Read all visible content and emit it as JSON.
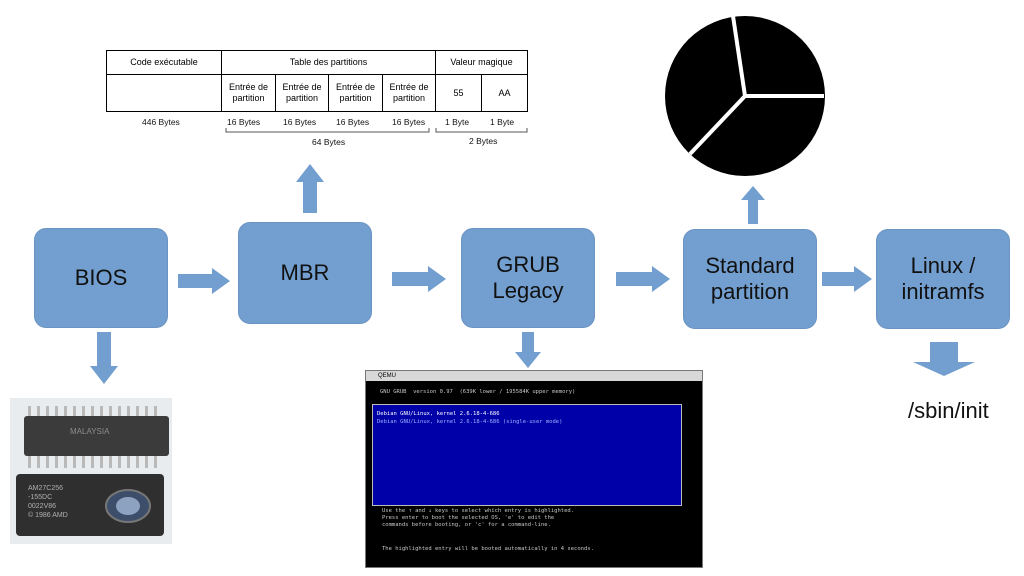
{
  "boxes": {
    "bios": "BIOS",
    "mbr": "MBR",
    "grub": "GRUB\nLegacy",
    "standard": "Standard\npartition",
    "linux": "Linux /\ninitramfs"
  },
  "mbr_table": {
    "header_code": "Code exécutable",
    "header_table": "Table des partitions",
    "header_magic": "Valeur magique",
    "entry": "Entrée de partition",
    "magic_55": "55",
    "magic_aa": "AA",
    "size_code": "446 Bytes",
    "size_entry": "16 Bytes",
    "size_byte": "1 Byte",
    "size_table": "64 Bytes",
    "size_magic": "2 Bytes"
  },
  "terminal": {
    "title": "QEMU",
    "header": "GNU GRUB  version 0.97  (639K lower / 195584K upper memory)",
    "entry_selected": "Debian GNU/Linux, kernel 2.6.18-4-686",
    "entry_single": "Debian GNU/Linux, kernel 2.6.18-4-686 (single-user mode)",
    "help": "Use the ↑ and ↓ keys to select which entry is highlighted.\nPress enter to boot the selected OS, 'e' to edit the\ncommands before booting, or 'c' for a command-line.",
    "countdown": "The highlighted entry will be booted automatically in 4 seconds."
  },
  "chip_labels": {
    "top_chip": "MALAYSIA",
    "bottom_chip": "AM27C256\n-155DC\n0022V86\n© 1986 AMD"
  },
  "final_label": "/sbin/init",
  "colors": {
    "box_fill": "#729fcf",
    "arrow_fill": "#729fcf",
    "terminal_bg": "#000000",
    "menu_bg": "#0000a8"
  }
}
